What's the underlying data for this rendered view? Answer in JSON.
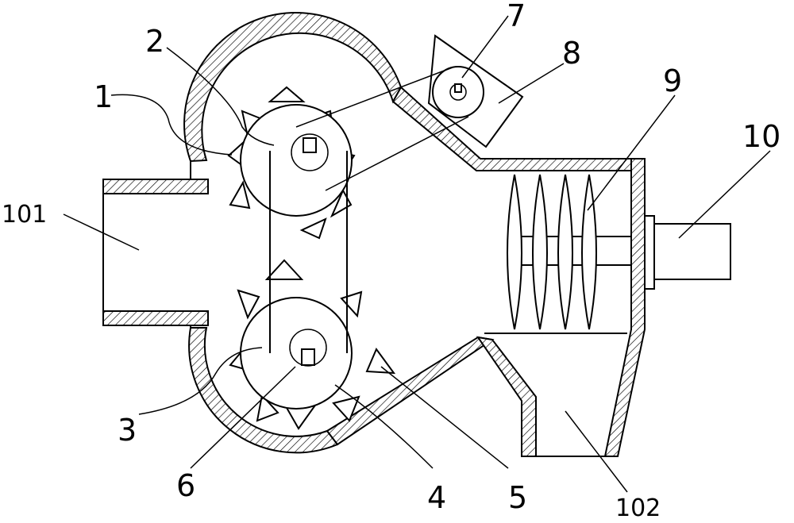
{
  "labels": {
    "l1": "1",
    "l2": "2",
    "l3": "3",
    "l4": "4",
    "l5": "5",
    "l6": "6",
    "l7": "7",
    "l8": "8",
    "l9": "9",
    "l10": "10",
    "l101": "101",
    "l102": "102"
  }
}
